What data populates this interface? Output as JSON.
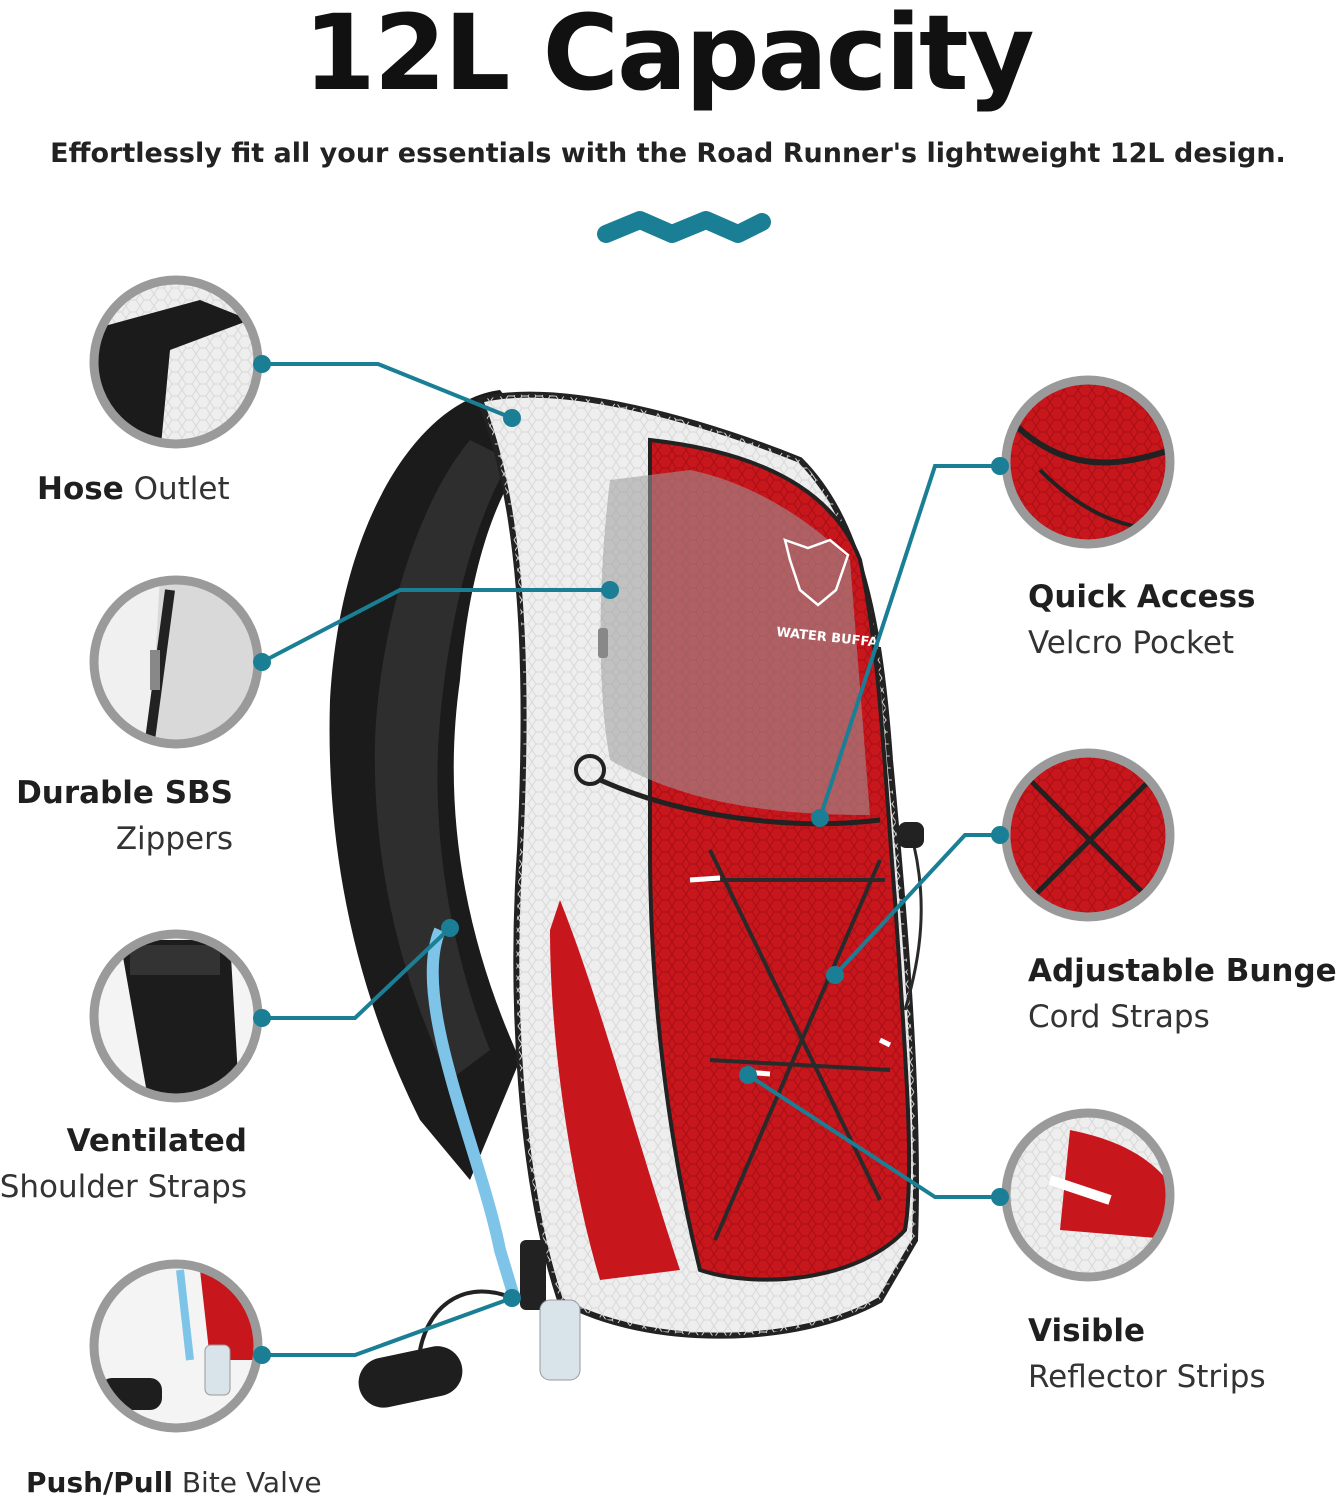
{
  "header": {
    "title": "12L Capacity",
    "subtitle": "Effortlessly fit all your essentials with the Road Runner's lightweight 12L design."
  },
  "accent_color": "#1a7f95",
  "product": {
    "brand_logo_text": "WATER BUFFALO",
    "body_color": "#c8161d",
    "trim_color": "#eeeeee"
  },
  "features": [
    {
      "bold": "Hose",
      "rest": "Outlet"
    },
    {
      "bold": "Durable SBS",
      "rest": "Zippers"
    },
    {
      "bold": "Ventilated",
      "rest": "Shoulder Straps"
    },
    {
      "bold": "Push/Pull",
      "rest": "Bite Valve"
    },
    {
      "bold": "Quick Access",
      "rest": "Velcro Pocket"
    },
    {
      "bold": "Adjustable Bungee",
      "rest": "Cord Straps"
    },
    {
      "bold": "Visible",
      "rest": "Reflector Strips"
    }
  ]
}
